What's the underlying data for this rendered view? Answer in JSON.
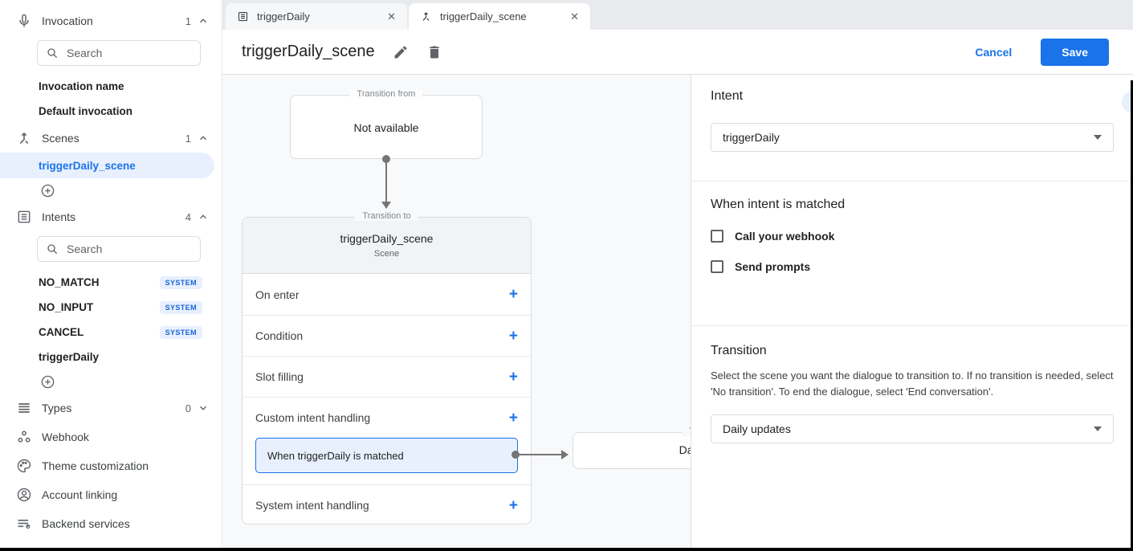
{
  "colors": {
    "accent": "#1a73e8",
    "accent_light": "#e8f0fe",
    "badge_text": "#1967d2",
    "canvas_bg": "#f8f9fa",
    "tabbar_bg": "#e8eaed"
  },
  "icons": {
    "plus": "+",
    "close": "✕",
    "chevron_right": "›"
  },
  "sidebar": {
    "invocation": {
      "label": "Invocation",
      "count": "1",
      "search_placeholder": "Search",
      "items": [
        "Invocation name",
        "Default invocation"
      ]
    },
    "scenes": {
      "label": "Scenes",
      "count": "1",
      "selected_item": "triggerDaily_scene"
    },
    "intents": {
      "label": "Intents",
      "count": "4",
      "search_placeholder": "Search",
      "items": [
        {
          "name": "NO_MATCH",
          "badge": "SYSTEM"
        },
        {
          "name": "NO_INPUT",
          "badge": "SYSTEM"
        },
        {
          "name": "CANCEL",
          "badge": "SYSTEM"
        },
        {
          "name": "triggerDaily",
          "badge": ""
        }
      ]
    },
    "types": {
      "label": "Types",
      "count": "0"
    },
    "links": [
      "Webhook",
      "Theme customization",
      "Account linking",
      "Backend services"
    ]
  },
  "tabs": [
    {
      "label": "triggerDaily"
    },
    {
      "label": "triggerDaily_scene"
    }
  ],
  "header": {
    "title": "triggerDaily_scene",
    "cancel_label": "Cancel",
    "save_label": "Save"
  },
  "canvas": {
    "from_box": {
      "legend": "Transition from",
      "text": "Not available"
    },
    "scene_card": {
      "legend": "Transition to",
      "title": "triggerDaily_scene",
      "subtitle": "Scene",
      "rows": [
        "On enter",
        "Condition",
        "Slot filling",
        "Custom intent handling",
        "System intent handling"
      ],
      "chip": "When triggerDaily is matched"
    },
    "target_box": {
      "legend": "Transition to",
      "text": "Daily updates"
    }
  },
  "panel": {
    "intent": {
      "heading": "Intent",
      "value": "triggerDaily"
    },
    "matched": {
      "heading": "When intent is matched",
      "items": [
        "Call your webhook",
        "Send prompts"
      ]
    },
    "transition": {
      "heading": "Transition",
      "description": "Select the scene you want the dialogue to transition to. If no transition is needed, select 'No transition'. To end the dialogue, select 'End conversation'.",
      "value": "Daily updates"
    }
  }
}
